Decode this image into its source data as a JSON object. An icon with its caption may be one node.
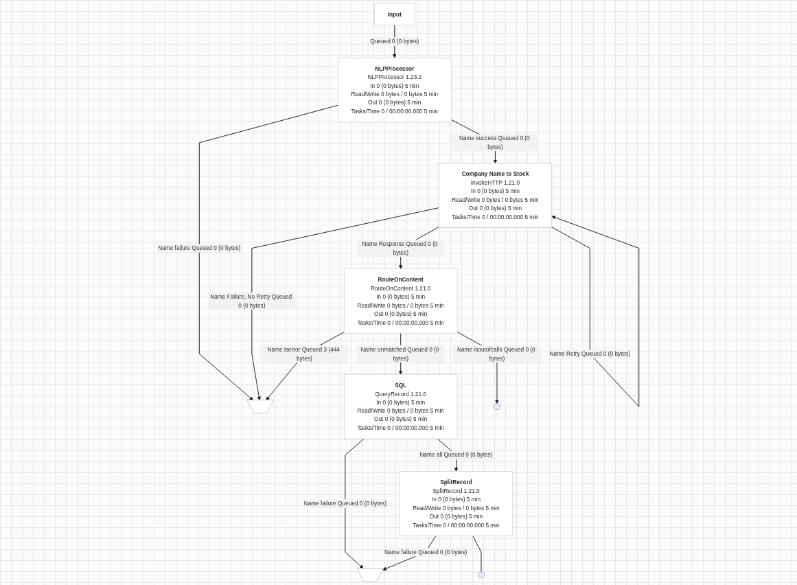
{
  "diagram": {
    "nodes": [
      {
        "text": [
          "Input"
        ]
      },
      {
        "text": [
          "NLPProcessor",
          "NLPProcessor 1.23.2",
          "In",
          "0 (0 bytes)",
          "5 min",
          "Read/Write",
          "0 bytes / 0 bytes",
          "5 min",
          "Out",
          "0 (0 bytes)",
          "5 min",
          "Tasks/Time",
          "0 / 00:00:00.000",
          "5 min"
        ]
      },
      {
        "text": [
          "Company Name to Stock",
          "InvokeHTTP 1.21.0",
          "In",
          "0 (0 bytes)",
          "5 min",
          "Read/Write",
          "0 bytes / 0 bytes",
          "5 min",
          "Out",
          "0 (0 bytes)",
          "5 min",
          "Tasks/Time",
          "0 / 00:00:00.000",
          "5 min"
        ]
      },
      {
        "text": [],
        "shape": "funnel"
      },
      {
        "text": [
          "RouteOnContent",
          "RouteOnContent 1.21.0",
          "In",
          "0 (0 bytes)",
          "5 min",
          "Read/Write",
          "0 bytes / 0 bytes",
          "5 min",
          "Out",
          "0 (0 bytes)",
          "5 min",
          "Tasks/Time",
          "0 / 00:00:00.000",
          "5 min"
        ]
      },
      {
        "text": [
          "SQL",
          "QueryRecord 1.21.0",
          "In",
          "0 (0 bytes)",
          "5 min",
          "Read/Write",
          "0 bytes / 0 bytes",
          "5 min",
          "Out",
          "0 (0 bytes)",
          "5 min",
          "Tasks/Time",
          "0 / 00:00:00.000",
          "5 min"
        ]
      },
      {
        "text": [
          "SplitRecord",
          "SplitRecord 1.21.0",
          "In",
          "0 (0 bytes)",
          "5 min",
          "Read/Write",
          "0 bytes / 0 bytes",
          "5 min",
          "Out",
          "0 (0 bytes)",
          "5 min",
          "Tasks/Time",
          "0 / 00:00:00.000",
          "5 min"
        ]
      },
      {
        "text": [],
        "shape": "funnel"
      }
    ],
    "edges": [
      {
        "from": 0,
        "to": 1,
        "arrow": "to",
        "label": "Queued 0 (0 bytes)"
      },
      {
        "from": 1,
        "to": 2,
        "arrow": "to",
        "label": "Name success Queued 0 (0 bytes)"
      },
      {
        "from": 1,
        "to": 3,
        "arrow": "to",
        "label": "Name failure Queued 0 (0 bytes)"
      },
      {
        "from": 2,
        "to": 2,
        "arrow": "to",
        "label": "Name Retry Queued 0 (0 bytes)"
      },
      {
        "from": 2,
        "to": 3,
        "arrow": "to",
        "label": "Name Failure, No Retry Queued 0 (0 bytes)"
      },
      {
        "from": 2,
        "to": 4,
        "arrow": "to",
        "label": "Name Response Queued 0 (0 bytes)"
      },
      {
        "from": 4,
        "to": 3,
        "arrow": "to",
        "label": "Name iserror Queued 3 (444 bytes)"
      },
      {
        "from": 4,
        "to": null,
        "arrow": "to",
        "label": "Name isoutofcalls Queued 0 (0 bytes)"
      },
      {
        "from": 4,
        "to": 5,
        "arrow": "to",
        "label": "Name unmatched Queued 0 (0 bytes)"
      },
      {
        "from": 5,
        "to": 6,
        "arrow": "to",
        "label": "Name all Queued 0 (0 bytes)"
      },
      {
        "from": 5,
        "to": 7,
        "arrow": "to",
        "label": "Name failure Queued 0 (0 bytes)"
      },
      {
        "from": 6,
        "to": 7,
        "arrow": "to",
        "label": "Name failure Queued 0 (0 bytes)"
      },
      {
        "from": 6,
        "to": null,
        "arrow": "none"
      }
    ]
  }
}
